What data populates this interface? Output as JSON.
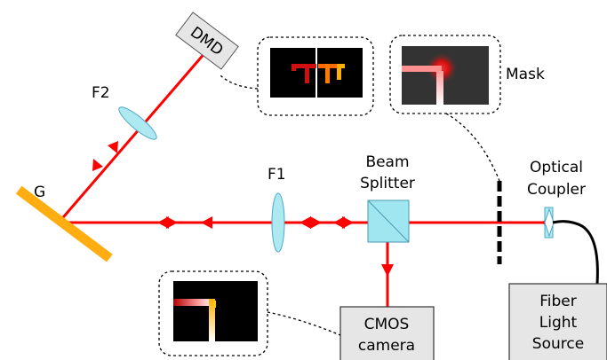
{
  "labels": {
    "dmd": "DMD",
    "f2": "F2",
    "g": "G",
    "f1": "F1",
    "beam_splitter_line1": "Beam",
    "beam_splitter_line2": "Splitter",
    "mask": "Mask",
    "optical_coupler_line1": "Optical",
    "optical_coupler_line2": "Coupler",
    "fiber_source_line1": "Fiber",
    "fiber_source_line2": "Light",
    "fiber_source_line3": "Source",
    "cmos_line1": "CMOS",
    "cmos_line2": "camera"
  },
  "colors": {
    "beam": "#ff0000",
    "grating": "#ffad10",
    "lens_fill": "#aee9f2",
    "lens_stroke": "#4aa9c6",
    "component_box": "#e6e6e6",
    "beam_splitter": "#9fe6f0"
  },
  "insets": [
    {
      "id": "dmd-pattern",
      "description_icon": "dmd-pattern-icon"
    },
    {
      "id": "mask-pattern",
      "description_icon": "mask-pattern-icon"
    },
    {
      "id": "camera-image",
      "description_icon": "camera-image-icon"
    }
  ]
}
